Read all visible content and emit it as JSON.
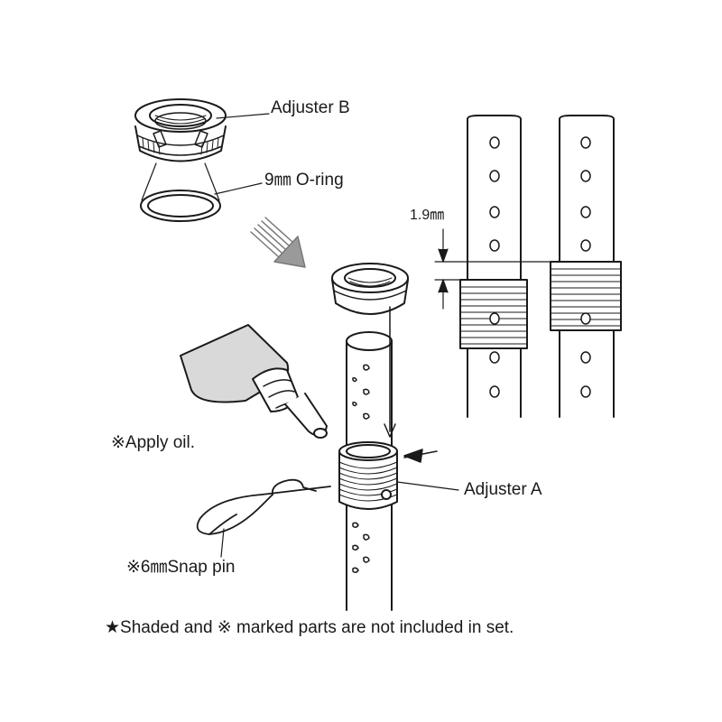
{
  "labels": {
    "adjuster_b": "Adjuster B",
    "o_ring": "9㎜ O-ring",
    "dimension": "1.9㎜",
    "apply_oil": "※Apply oil.",
    "adjuster_a": "Adjuster A",
    "snap_pin": "※6㎜Snap pin",
    "footnote": "★Shaded and ※ marked parts are not included in set."
  },
  "colors": {
    "ink": "#1a1a1a",
    "shade": "#d9d9d9",
    "paper": "#ffffff"
  }
}
